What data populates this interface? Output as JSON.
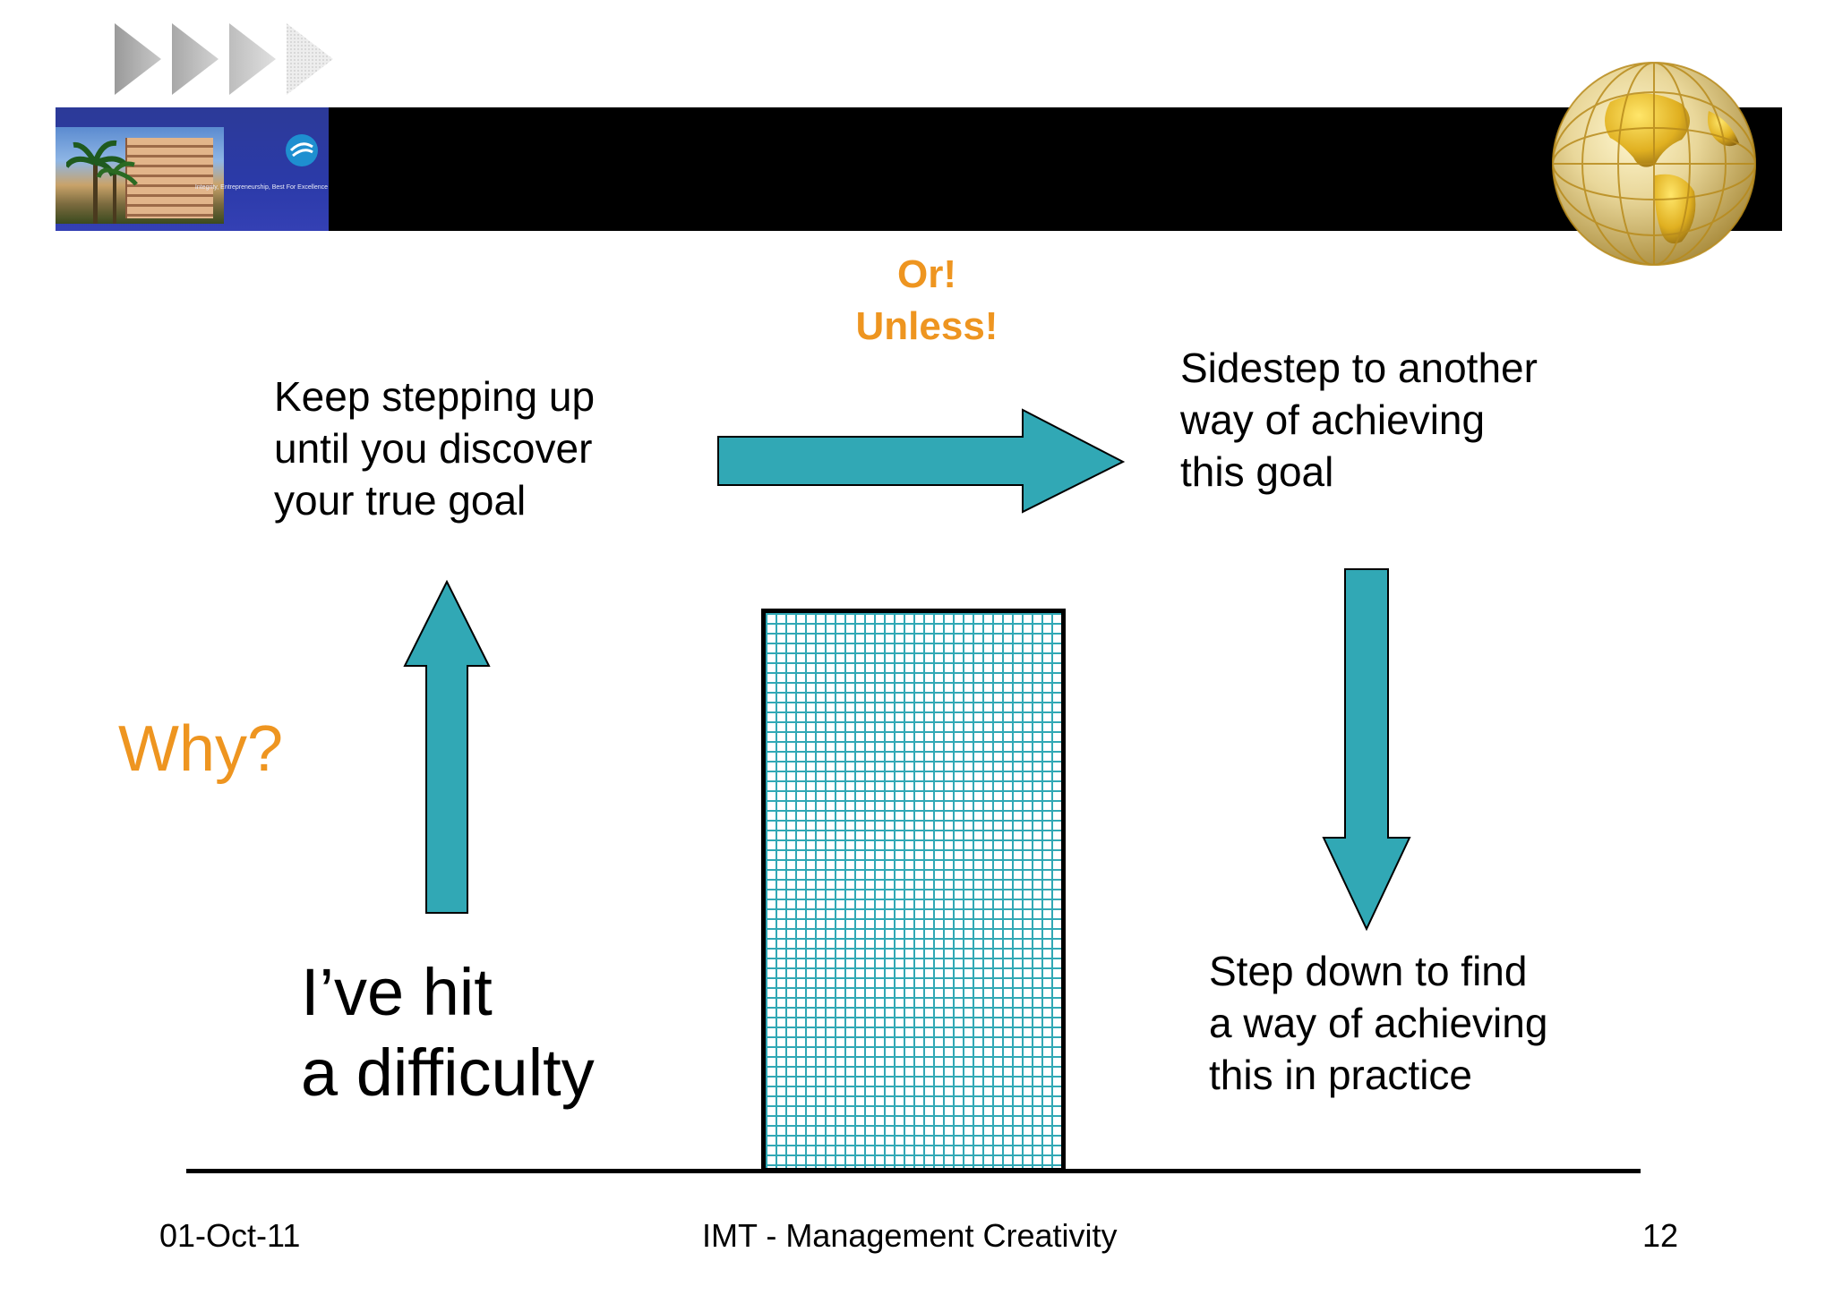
{
  "slide": {
    "or_text": "Or!\nUnless!",
    "up_text": "Keep stepping up\nuntil you discover\nyour true goal",
    "side_text": "Sidestep to another\nway of achieving\nthis goal",
    "down_text": "Step down to find\na way of achieving\nthis in practice",
    "why_text": "Why?",
    "difficulty_text": "I’ve hit\na difficulty"
  },
  "footer": {
    "date": "01-Oct-11",
    "title": "IMT - Management Creativity",
    "page": "12"
  },
  "colors": {
    "arrow": "#31a8b5",
    "accent_orange": "#ee9520",
    "header": "#000000",
    "logo_bg": "#2b3aa8"
  }
}
